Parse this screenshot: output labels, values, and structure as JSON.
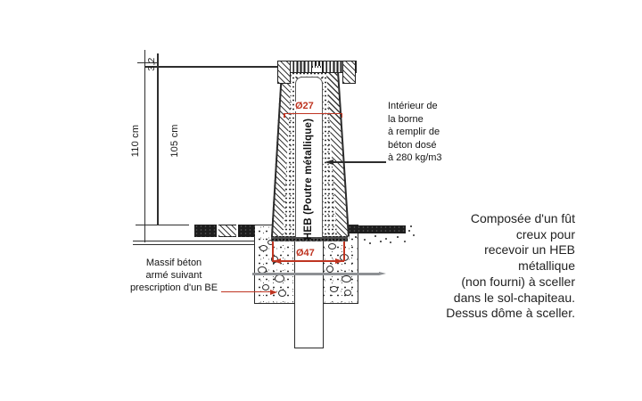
{
  "colors": {
    "accent_red": "#bf3522",
    "line_dark": "#2e2e2e",
    "rebar_gray": "#8d9094",
    "pavement_dark": "#1d1d1d"
  },
  "dimensions": {
    "cap_height": "3,2",
    "total_height": "110 cm",
    "shaft_height": "105 cm",
    "inner_diameter": "Ø27",
    "base_diameter": "Ø47"
  },
  "labels": {
    "heb": "HEB (Poutre métallique)",
    "interior": "Intérieur de\nla borne\nà remplir de\nbéton dosé\nà 280 kg/m3",
    "massif": "Massif béton\narmé suivant\nprescription d'un BE",
    "description": "Composée d'un fût\ncreux pour\nrecevoir un HEB\nmétallique\n(non fourni) à sceller\ndans le sol-chapiteau.\nDessus dôme à sceller."
  }
}
